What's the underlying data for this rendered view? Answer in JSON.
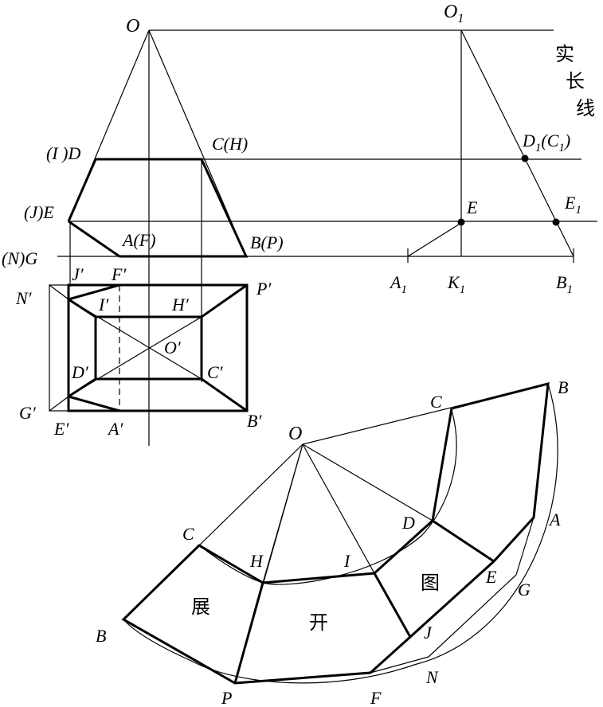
{
  "front_view": {
    "O": "O",
    "O1": "O",
    "O1_sub": "1",
    "ID": "(I )D",
    "CH": "C(H)",
    "JE": "(J)E",
    "AF": "A(F)",
    "BP": "B(P)",
    "NG": "(N)G",
    "D1C1_main": "D",
    "D1C1_sub": "1",
    "D1C1_rest": "(C",
    "D1C1_sub2": "1",
    "D1C1_close": ")",
    "E": "E",
    "E1": "E",
    "E1_sub": "1",
    "A1": "A",
    "A1_sub": "1",
    "K1": "K",
    "K1_sub": "1",
    "B1": "B",
    "B1_sub": "1",
    "true_length": [
      "实",
      "长",
      "线"
    ]
  },
  "top_view": {
    "J": "J′",
    "F": "F′",
    "N": "N′",
    "P": "P′",
    "I": "I′",
    "H": "H′",
    "O": "O′",
    "D": "D′",
    "C": "C′",
    "G": "G′",
    "E": "E′",
    "A": "A′",
    "B": "B′"
  },
  "development": {
    "O": "O",
    "C_top": "C",
    "B_top": "B",
    "A": "A",
    "D": "D",
    "E": "E",
    "G": "G",
    "J": "J",
    "N": "N",
    "F": "F",
    "P": "P",
    "I": "I",
    "H": "H",
    "C_left": "C",
    "B_left": "B",
    "label_left": "展",
    "label_mid": "开",
    "label_right": "图"
  }
}
